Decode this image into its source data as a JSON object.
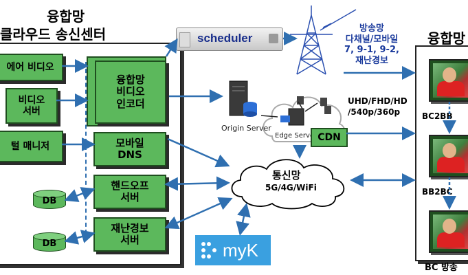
{
  "left_center": {
    "title_line1": "융합망",
    "title_line2": "클라우드 송신센터"
  },
  "left_boxes": {
    "media_video": "에어 비디오",
    "video_server": "비디오\n서버",
    "portal_manager": "털 매니저",
    "db1": "DB",
    "db2": "DB"
  },
  "inner_boxes": {
    "encoder": "융합망\n비디오\n인코더",
    "mobile_dns": "모바일\nDNS",
    "handoff_server": "핸드오프\n서버",
    "alert_server": "재난경보\n서버"
  },
  "scheduler": {
    "label": "scheduler"
  },
  "broadcast": {
    "label": "방송망\n다채널/모바일\n7, 9-1, 9-2,\n재난경보"
  },
  "cloud": {
    "origin_server": "Origin Server",
    "edge_server": "Edge Server",
    "cdn": "CDN"
  },
  "network": {
    "title": "통신망",
    "sub": "5G/4G/WiFi"
  },
  "resolutions": {
    "label": "UHD/FHD/HD\n/540p/360p"
  },
  "myk": {
    "label": "myK"
  },
  "right": {
    "title": "융합망",
    "bc2bb": "BC2BB",
    "bb2bc": "BB2BC",
    "footer": "BC 방송"
  },
  "colors": {
    "green": "#5cb85c",
    "blue": "#2f6fb0",
    "navy": "#1a3a9c",
    "myk": "#3aa0e0"
  }
}
